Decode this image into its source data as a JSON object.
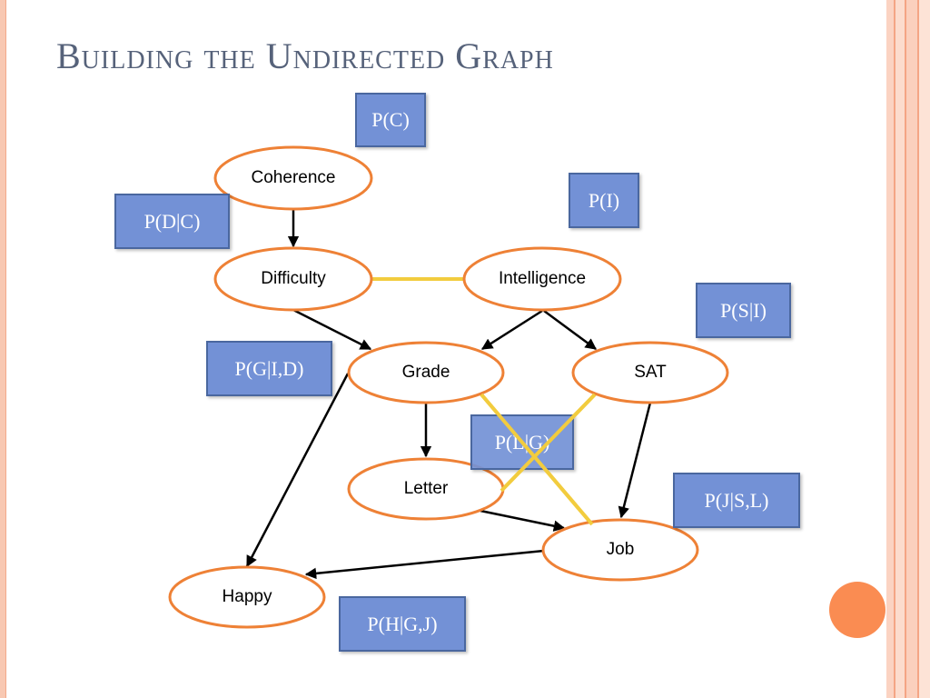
{
  "slide": {
    "title": "Building the Undirected Graph"
  },
  "colors": {
    "node_border": "#ee8136",
    "edge": "#000000",
    "undirected_edge": "#f2cc3e",
    "factor_fill": "#7391d6",
    "factor_border": "#4a679f",
    "title": "#56627a",
    "accent_circle": "#fa8c52"
  },
  "nodes": {
    "coherence": "Coherence",
    "difficulty": "Difficulty",
    "intelligence": "Intelligence",
    "grade": "Grade",
    "sat": "SAT",
    "letter": "Letter",
    "job": "Job",
    "happy": "Happy"
  },
  "factors": {
    "p_c": "P(C)",
    "p_i": "P(I)",
    "p_d_c": "P(D|C)",
    "p_s_i": "P(S|I)",
    "p_g_id": "P(G|I,D)",
    "p_l_g": "P(L|G)",
    "p_j_sl": "P(J|S,L)",
    "p_h_gj": "P(H|G,J)"
  },
  "directed_edges": [
    [
      "Coherence",
      "Difficulty"
    ],
    [
      "Difficulty",
      "Grade"
    ],
    [
      "Intelligence",
      "Grade"
    ],
    [
      "Intelligence",
      "SAT"
    ],
    [
      "Grade",
      "Letter"
    ],
    [
      "Grade",
      "Happy"
    ],
    [
      "SAT",
      "Job"
    ],
    [
      "Letter",
      "Job"
    ],
    [
      "Job",
      "Happy"
    ]
  ],
  "moral_edges": [
    [
      "Difficulty",
      "Intelligence"
    ],
    [
      "Grade",
      "Job"
    ],
    [
      "SAT",
      "Letter"
    ]
  ]
}
